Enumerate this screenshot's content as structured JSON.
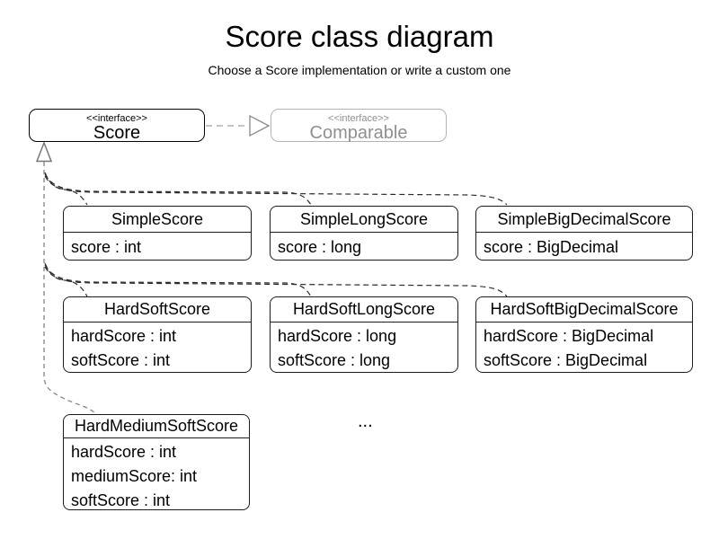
{
  "title": "Score class diagram",
  "subtitle": "Choose a Score implementation or write a custom one",
  "interfaces": {
    "score": {
      "stereotype": "<<interface>>",
      "name": "Score"
    },
    "comparable": {
      "stereotype": "<<interface>>",
      "name": "Comparable"
    }
  },
  "classes": [
    {
      "name": "SimpleScore",
      "fields": [
        "score : int"
      ]
    },
    {
      "name": "SimpleLongScore",
      "fields": [
        "score : long"
      ]
    },
    {
      "name": "SimpleBigDecimalScore",
      "fields": [
        "score : BigDecimal"
      ]
    },
    {
      "name": "HardSoftScore",
      "fields": [
        "hardScore : int",
        "softScore : int"
      ]
    },
    {
      "name": "HardSoftLongScore",
      "fields": [
        "hardScore : long",
        "softScore : long"
      ]
    },
    {
      "name": "HardSoftBigDecimalScore",
      "fields": [
        "hardScore : BigDecimal",
        "softScore : BigDecimal"
      ]
    },
    {
      "name": "HardMediumSoftScore",
      "fields": [
        "hardScore : int",
        "mediumScore: int",
        "softScore : int"
      ]
    }
  ],
  "ellipsis": "...",
  "relations": {
    "score_to_comparable": "realization",
    "classes_to_score": "realization"
  },
  "colors": {
    "background": "#ffffff",
    "text": "#000000",
    "muted_text": "#8f8f8f",
    "muted_border": "#b2b2b2",
    "box_border": "#1c1c1c",
    "connector_dark": "#2b2b2b",
    "connector_gray": "#8c8c8c",
    "arrow_light": "#c4c4c4"
  }
}
